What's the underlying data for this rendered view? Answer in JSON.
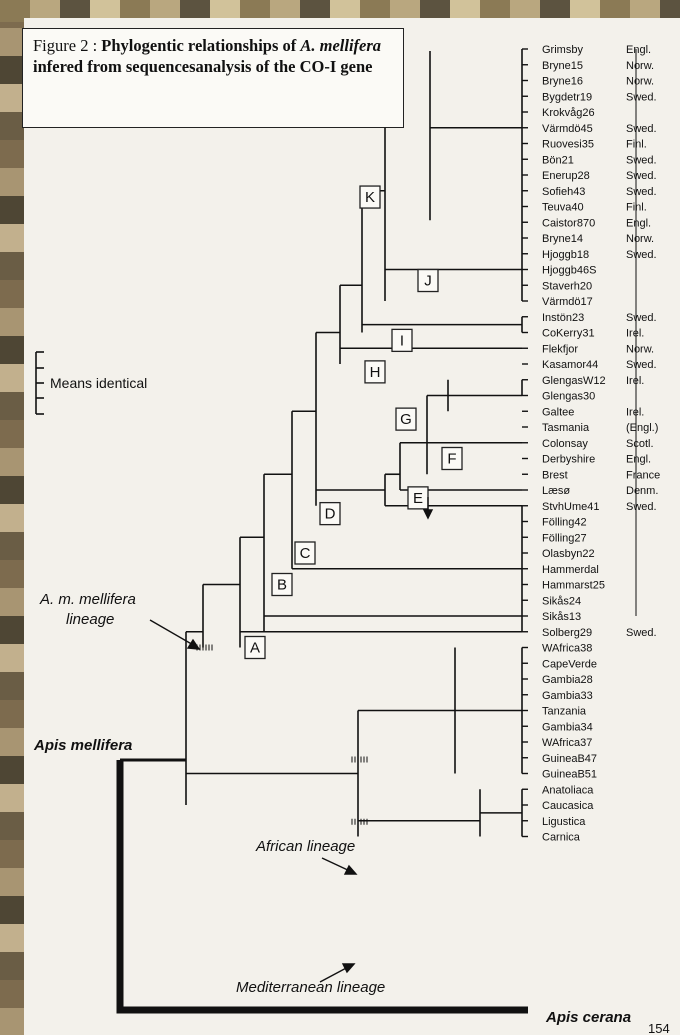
{
  "caption": {
    "label": "Figure 2 :",
    "text_before": "Phylogentic relationships of",
    "species": "A. mellifera",
    "text_after": "infered from sequencesanalysis of the CO-I gene"
  },
  "legend": {
    "text": "Means identical"
  },
  "lineages": {
    "mellifera": "A. m. mellifera lineage",
    "african": "African lineage",
    "mediterranean": "Mediterranean lineage"
  },
  "root_taxa": {
    "apis_mellifera": "Apis mellifera",
    "apis_cerana": "Apis cerana"
  },
  "node_labels": [
    "A",
    "B",
    "C",
    "D",
    "E",
    "F",
    "G",
    "H",
    "I",
    "J",
    "K"
  ],
  "taxa": [
    {
      "name": "Grimsby",
      "country": "Engl."
    },
    {
      "name": "Bryne15",
      "country": "Norw."
    },
    {
      "name": "Bryne16",
      "country": "Norw."
    },
    {
      "name": "Bygdetr19",
      "country": "Swed."
    },
    {
      "name": "Krokvåg26",
      "country": ""
    },
    {
      "name": "Värmdö45",
      "country": "Swed."
    },
    {
      "name": "Ruovesi35",
      "country": "Finl."
    },
    {
      "name": "Bön21",
      "country": "Swed."
    },
    {
      "name": "Enerup28",
      "country": "Swed."
    },
    {
      "name": "Sofieh43",
      "country": "Swed."
    },
    {
      "name": "Teuva40",
      "country": "Finl."
    },
    {
      "name": "Caistor870",
      "country": "Engl."
    },
    {
      "name": "Bryne14",
      "country": "Norw."
    },
    {
      "name": "Hjoggb18",
      "country": "Swed."
    },
    {
      "name": "Hjoggb46S",
      "country": ""
    },
    {
      "name": "Staverh20",
      "country": ""
    },
    {
      "name": "Värmdö17",
      "country": ""
    },
    {
      "name": "Instön23",
      "country": "Swed."
    },
    {
      "name": "CoKerry31",
      "country": "Irel."
    },
    {
      "name": "Flekfjor",
      "country": "Norw."
    },
    {
      "name": "Kasamor44",
      "country": "Swed."
    },
    {
      "name": "GlengasW12",
      "country": "Irel."
    },
    {
      "name": "Glengas30",
      "country": ""
    },
    {
      "name": "Galtee",
      "country": "Irel."
    },
    {
      "name": "Tasmania",
      "country": "(Engl.)"
    },
    {
      "name": "Colonsay",
      "country": "Scotl."
    },
    {
      "name": "Derbyshire",
      "country": "Engl."
    },
    {
      "name": "Brest",
      "country": "France"
    },
    {
      "name": "Læsø",
      "country": "Denm."
    },
    {
      "name": "StvhUme41",
      "country": "Swed."
    },
    {
      "name": "Fölling42",
      "country": ""
    },
    {
      "name": "Fölling27",
      "country": ""
    },
    {
      "name": "Olasbyn22",
      "country": ""
    },
    {
      "name": "Hammerdal",
      "country": ""
    },
    {
      "name": "Hammarst25",
      "country": ""
    },
    {
      "name": "Sikås24",
      "country": ""
    },
    {
      "name": "Sikås13",
      "country": ""
    },
    {
      "name": "Solberg29",
      "country": "Swed."
    },
    {
      "name": "WAfrica38",
      "country": ""
    },
    {
      "name": "CapeVerde",
      "country": ""
    },
    {
      "name": "Gambia28",
      "country": ""
    },
    {
      "name": "Gambia33",
      "country": ""
    },
    {
      "name": "Tanzania",
      "country": ""
    },
    {
      "name": "Gambia34",
      "country": ""
    },
    {
      "name": "WAfrica37",
      "country": ""
    },
    {
      "name": "GuineaB47",
      "country": ""
    },
    {
      "name": "GuineaB51",
      "country": ""
    },
    {
      "name": "Anatoliaca",
      "country": ""
    },
    {
      "name": "Caucasica",
      "country": ""
    },
    {
      "name": "Ligustica",
      "country": ""
    },
    {
      "name": "Carnica",
      "country": ""
    }
  ],
  "page_number": "154"
}
